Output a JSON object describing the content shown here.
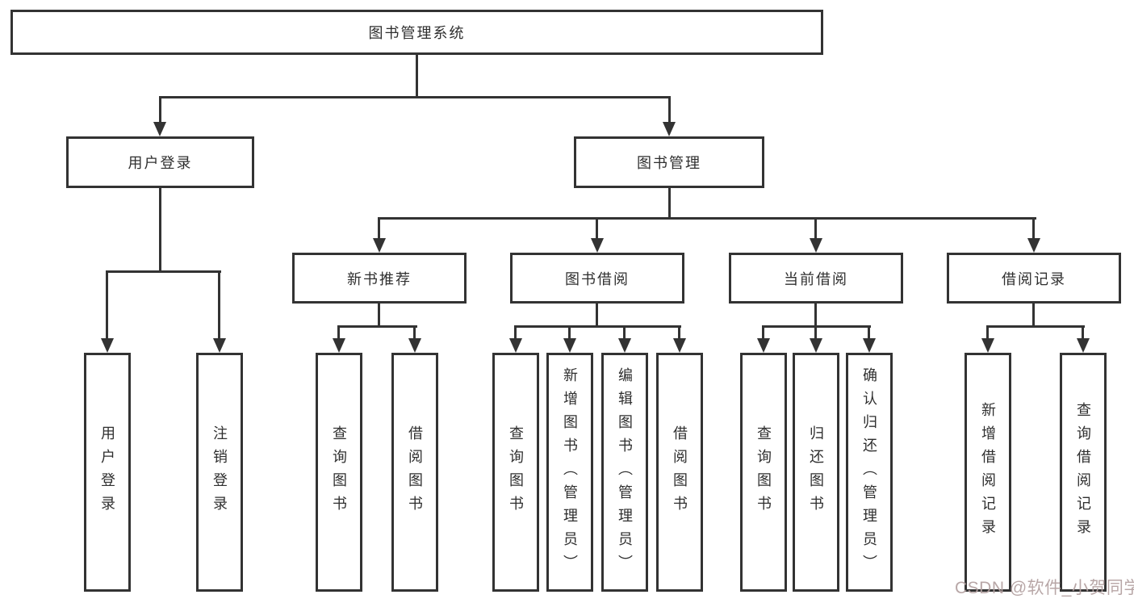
{
  "diagram": {
    "title": "图书管理系统",
    "type": "hierarchy-tree",
    "root": {
      "label": "图书管理系统"
    },
    "level2": {
      "user_login": {
        "label": "用户登录"
      },
      "book_mgmt": {
        "label": "图书管理"
      }
    },
    "level3": {
      "new_books": {
        "label": "新书推荐"
      },
      "book_borrow": {
        "label": "图书借阅"
      },
      "current_borrow": {
        "label": "当前借阅"
      },
      "borrow_records": {
        "label": "借阅记录"
      }
    },
    "leaves": {
      "user_login_leaf": {
        "label": "用户登录",
        "parent": "用户登录"
      },
      "logout_leaf": {
        "label": "注销登录",
        "parent": "用户登录"
      },
      "nb_query": {
        "label": "查询图书",
        "parent": "新书推荐"
      },
      "nb_borrow": {
        "label": "借阅图书",
        "parent": "新书推荐"
      },
      "bw_query": {
        "label": "查询图书",
        "parent": "图书借阅"
      },
      "bw_add": {
        "label": "新增图书（管理员）",
        "parent": "图书借阅"
      },
      "bw_edit": {
        "label": "编辑图书（管理员）",
        "parent": "图书借阅"
      },
      "bw_borrow": {
        "label": "借阅图书",
        "parent": "图书借阅"
      },
      "cur_query": {
        "label": "查询图书",
        "parent": "当前借阅"
      },
      "cur_return": {
        "label": "归还图书",
        "parent": "当前借阅"
      },
      "cur_confirm": {
        "label": "确认归还（管理员）",
        "parent": "当前借阅"
      },
      "rec_add": {
        "label": "新增借阅记录",
        "parent": "借阅记录"
      },
      "rec_query": {
        "label": "查询借阅记录",
        "parent": "借阅记录"
      }
    },
    "colors": {
      "stroke": "#333333",
      "background": "#ffffff",
      "watermark_color": "#b2a0a0"
    }
  },
  "watermark": {
    "text": "CSDN @软件_小贺同学"
  }
}
